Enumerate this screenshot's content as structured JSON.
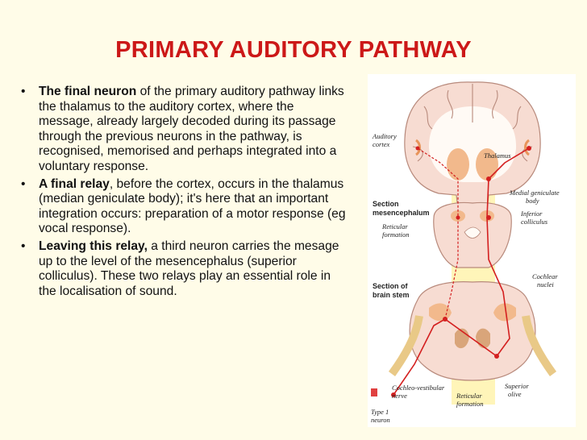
{
  "title": "PRIMARY AUDITORY PATHWAY",
  "bullet_char": "•",
  "bullets": [
    {
      "bold": "The final neuron",
      "text": " of the primary auditory pathway links the thalamus to the auditory cortex, where the message, already largely decoded during its passage through the previous neurons in the pathway, is recognised, memorised and perhaps integrated into a voluntary response."
    },
    {
      "bold": "A final relay",
      "text": ", before the cortex, occurs in the thalamus (median geniculate body); it's here that an important integration occurs: preparation of a motor response (eg vocal response)."
    },
    {
      "bold": "Leaving this relay,",
      "text": " a third neuron carries the mesage up to the level of the mesencephalus (superior colliculus). These two relays play an essential role in the localisation of sound."
    }
  ],
  "figure": {
    "labels": {
      "auditory_cortex_1": "Auditory",
      "auditory_cortex_2": "cortex",
      "thalamus": "Thalamus",
      "medial_geniculate_1": "Medial geniculate",
      "medial_geniculate_2": "body",
      "inferior_colliculus_1": "Inferior",
      "inferior_colliculus_2": "colliculus",
      "section_mesencephalum_1": "Section",
      "section_mesencephalum_2": "mesencephalum",
      "reticular_formation_top_1": "Reticular",
      "reticular_formation_top_2": "formation",
      "cochlear_nuclei_1": "Cochlear",
      "cochlear_nuclei_2": "nuclei",
      "section_brain_stem_1": "Section of",
      "section_brain_stem_2": "brain stem",
      "cochleo_vestibular_1": "Cochleo-vestibular",
      "cochleo_vestibular_2": "nerve",
      "reticular_formation_bottom_1": "Reticular",
      "reticular_formation_bottom_2": "formation",
      "superior_olive_1": "Superior",
      "superior_olive_2": "olive",
      "type1_neuron_1": "Type 1",
      "type1_neuron_2": "neuron"
    },
    "colors": {
      "pathway": "#d42020",
      "tissue": "#f7dcd2",
      "white_matter": "#fffaf5",
      "nuclei": "#f2b98c",
      "glow": "#fff3a8"
    }
  }
}
